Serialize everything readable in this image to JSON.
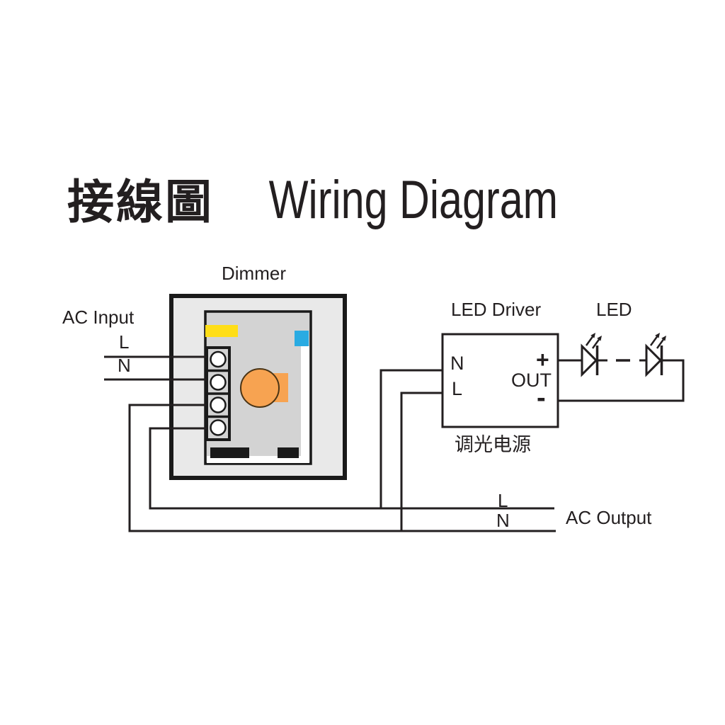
{
  "page": {
    "background": "#ffffff",
    "description": "Wiring diagram showing AC input feeding a dimmer, whose output feeds a dimmable LED driver powering a series LED string"
  },
  "title": {
    "zh": "接線圖",
    "en": "Wiring Diagram"
  },
  "dimmer": {
    "label": "Dimmer",
    "terminal_count": 4
  },
  "ac_input": {
    "label": "AC Input",
    "line1": "L",
    "line2": "N"
  },
  "led_driver": {
    "label": "LED Driver",
    "label_cn": "调光电源",
    "input_top": "N",
    "input_bottom": "L",
    "output": "OUT",
    "output_plus": "+",
    "output_minus": "-"
  },
  "led": {
    "label": "LED",
    "symbols_shown": 2,
    "series_continues_dash": true
  },
  "ac_output": {
    "label": "AC Output",
    "line1": "L",
    "line2": "N"
  },
  "colors": {
    "wire": "#231f20",
    "dimmer_outer_fill": "#e9e9e9",
    "dimmer_inner_fill": "#d3d3d3",
    "yellow_component": "#ffde17",
    "blue_component": "#29abe2",
    "orange_component": "#f7a351",
    "black_component": "#1a1a1a",
    "background": "#ffffff"
  }
}
